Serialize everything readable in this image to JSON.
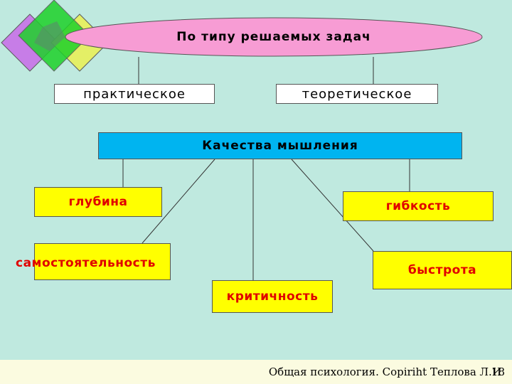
{
  "top_node": {
    "label": "По типу решаемых задач"
  },
  "task_types": [
    {
      "label": "практическое"
    },
    {
      "label": "теоретическое"
    }
  ],
  "center_node": {
    "label": "Качества мышления"
  },
  "qualities": {
    "depth": "глубина",
    "flexibility": "гибкость",
    "independence": "самостоятельность",
    "speed": "быстрота",
    "criticality": "критичность"
  },
  "footer": {
    "text": "Общая психология. Copiriht Теплова Л.И",
    "page_number": "18"
  },
  "colors": {
    "background": "#bfe9df",
    "ellipse": "#f79cd4",
    "center_node": "#00b4f0",
    "quality_box": "#ffff00",
    "quality_text": "#e00000"
  }
}
